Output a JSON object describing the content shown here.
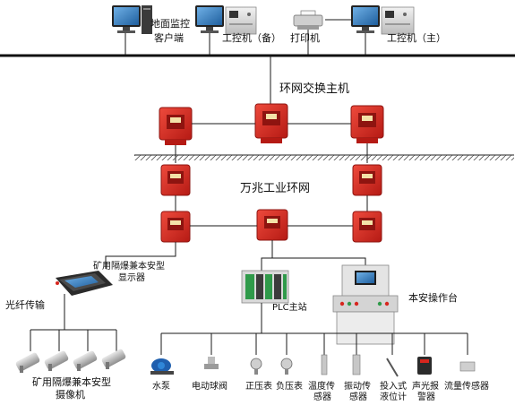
{
  "labels": {
    "surface_monitor": "地面监控",
    "surface_client": "客户端",
    "backup_pc": "工控机（备）",
    "printer": "打印机",
    "main_pc": "工控机（主）",
    "ring_switch_host": "环网交换主机",
    "gigabit_ring": "万兆工业环网",
    "mine_display_line1": "矿用隔爆兼本安型",
    "mine_display_line2": "显示器",
    "fiber": "光纤传输",
    "plc": "PLC主站",
    "console": "本安操作台",
    "cameras_line1": "矿用隔爆兼本安型",
    "cameras_line2": "摄像机",
    "pump": "水泵",
    "ball_valve": "电动球阀",
    "positive_gauge": "正压表",
    "negative_gauge": "负压表",
    "temp_sensor_line1": "温度传",
    "temp_sensor_line2": "感器",
    "vib_sensor_line1": "振动传",
    "vib_sensor_line2": "感器",
    "level_meter_line1": "投入式",
    "level_meter_line2": "液位计",
    "alarm_line1": "声光报",
    "alarm_line2": "警器",
    "flow_sensor": "流量传感器"
  },
  "colors": {
    "switch_red": "#d7261e",
    "switch_dark": "#8e1410",
    "line": "#1a1a1a",
    "accent_green": "#2f9a4a",
    "pc_blue": "#2a6fb3"
  }
}
